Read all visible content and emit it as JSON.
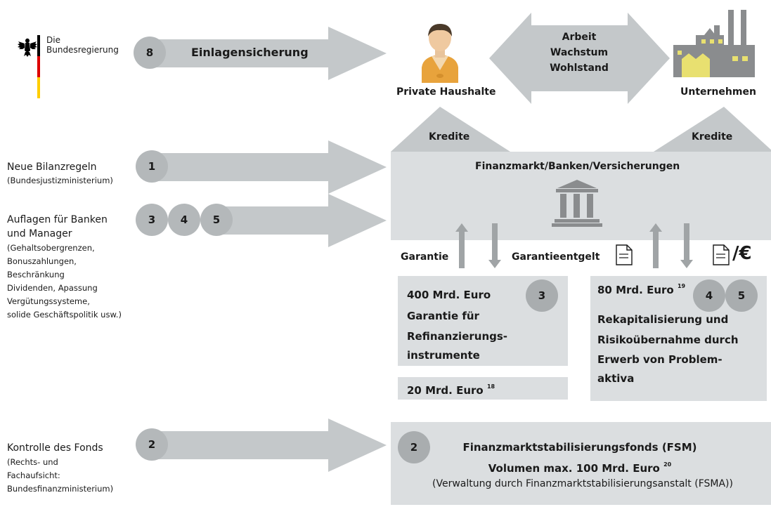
{
  "logo": {
    "line1": "Die",
    "line2": "Bundesregierung"
  },
  "top": {
    "circle": "8",
    "arrow_label": "Einlagensicherung",
    "households": "Private Haushalte",
    "companies": "Unternehmen",
    "center_lines": [
      "Arbeit",
      "Wachstum",
      "Wohlstand"
    ]
  },
  "kredite_left": "Kredite",
  "kredite_right": "Kredite",
  "finanzmarkt": "Finanzmarkt/Banken/Versicherungen",
  "left": {
    "item1": {
      "circle": "1",
      "title": "Neue Bilanzregeln",
      "sub": "(Bundesjustizministerium)"
    },
    "item2": {
      "circles": [
        "3",
        "4",
        "5"
      ],
      "title_lines": [
        "Auflagen für Banken",
        "und Manager"
      ],
      "sub_lines": [
        "(Gehaltsobergrenzen,",
        "Bonuszahlungen,",
        "Beschränkung",
        "Dividenden, Apassung",
        "Vergütungssysteme,",
        "solide Geschäftspolitik usw.)"
      ]
    },
    "item3": {
      "circle": "2",
      "title": "Kontrolle des Fonds",
      "sub_lines": [
        "(Rechts- und",
        "Fachaufsicht:",
        "Bundesfinanzministerium)"
      ]
    }
  },
  "flows": {
    "garantie": "Garantie",
    "garantieentgelt": "Garantieentgelt",
    "euro_sign": "/€"
  },
  "box_left": {
    "circle": "3",
    "lines": [
      "400 Mrd. Euro",
      "Garantie für",
      "Refinanzierungs-",
      "instrumente"
    ],
    "bottom_amount": "20 Mrd. Euro",
    "bottom_fn": "18"
  },
  "box_right": {
    "circles": [
      "4",
      "5"
    ],
    "amount": "80 Mrd. Euro",
    "amount_fn": "19",
    "lines": [
      "Rekapitalisierung und",
      "Risikoübernahme durch",
      "Erwerb von Problem-",
      "aktiva"
    ]
  },
  "fund": {
    "circle": "2",
    "title": "Finanzmarktstabilisierungsfonds (FSM)",
    "volume": "Volumen max. 100 Mrd. Euro",
    "volume_fn": "20",
    "admin": "(Verwaltung durch Finanzmarktstabilisierungsanstalt (FSMA))"
  },
  "colors": {
    "arrow": "#c4c8ca",
    "box": "#dbdee0",
    "circle": "#b4b8ba",
    "flag_black": "#000000",
    "flag_red": "#dd0000",
    "flag_gold": "#ffce00"
  }
}
